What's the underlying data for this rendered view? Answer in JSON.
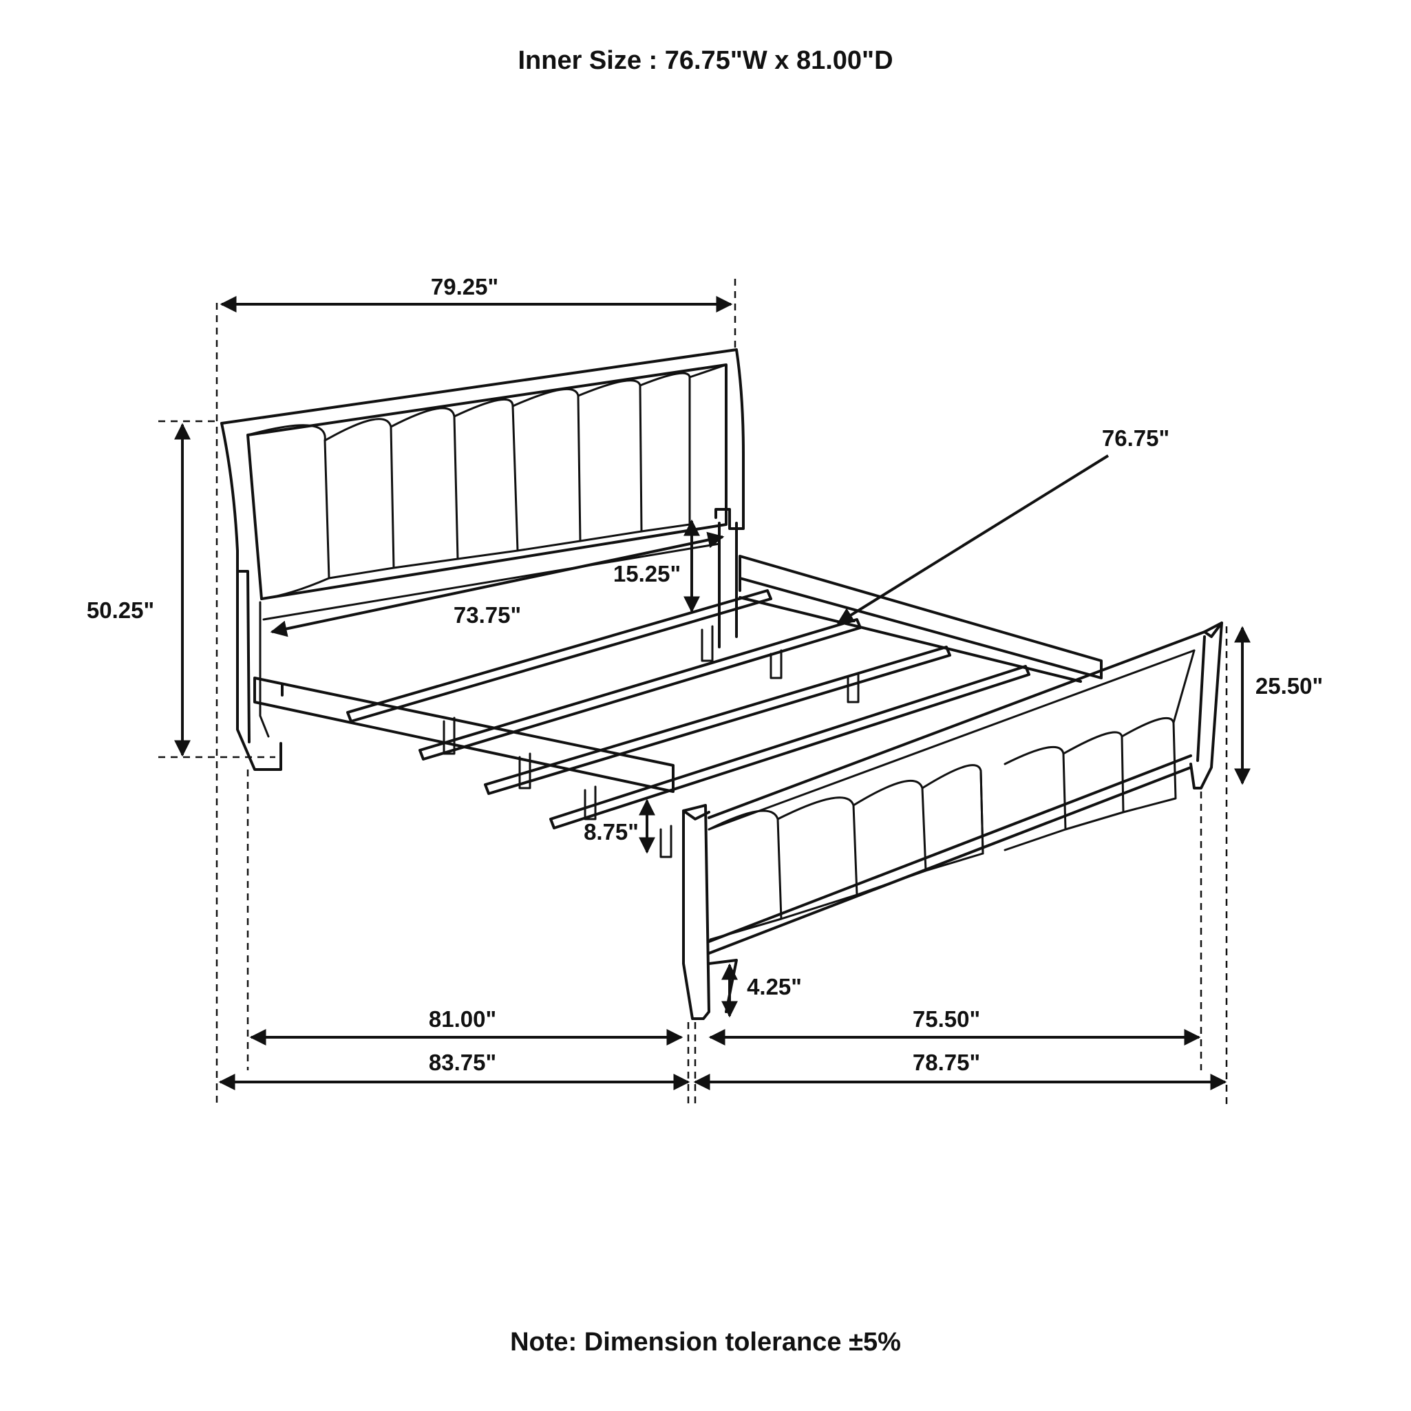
{
  "header": {
    "inner_size": "Inner Size : 76.75\"W x 81.00\"D"
  },
  "footer": {
    "note": "Note: Dimension tolerance ±5%"
  },
  "dimensions": {
    "overall_width": "79.25\"",
    "headboard_height": "50.25\"",
    "headboard_inner_width": "73.75\"",
    "headboard_panel_height": "15.25\"",
    "inner_width_diagonal": "76.75\"",
    "footboard_height": "25.50\"",
    "rail_height": "8.75\"",
    "leg_clearance": "4.25\"",
    "inner_length": "81.00\"",
    "overall_length": "83.75\"",
    "footboard_inner_width": "75.50\"",
    "footboard_overall_width": "78.75\""
  },
  "colors": {
    "ink": "#111111",
    "background": "#ffffff"
  }
}
